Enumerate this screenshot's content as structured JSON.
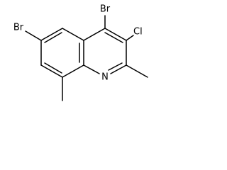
{
  "molecule": {
    "atoms": {
      "br_top": "Br",
      "cl": "Cl",
      "br_left": "Br",
      "n": "N"
    }
  }
}
